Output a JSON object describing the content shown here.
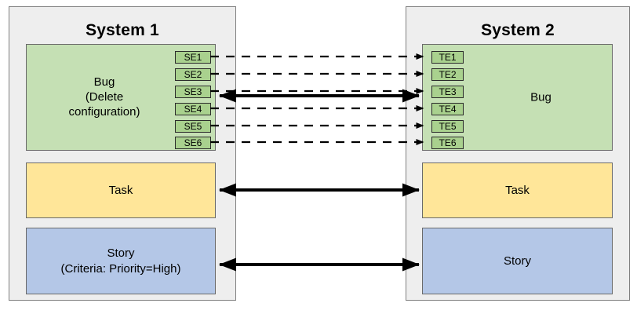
{
  "diagram": {
    "title_visible": false,
    "colors": {
      "panel_fill": "#eeeeee",
      "panel_border": "#808080",
      "bug_fill": "#c5e0b4",
      "task_fill": "#ffe699",
      "story_fill": "#b4c7e7",
      "chip_fill": "#a9d18e",
      "connector": "#000000"
    }
  },
  "systems": [
    {
      "id": "system-1",
      "title": "System 1",
      "artifacts": [
        {
          "id": "bug-left",
          "type": "bug",
          "label": "Bug\n(Delete configuration)",
          "label_lines": [
            "Bug",
            "(Delete",
            "configuration)"
          ]
        },
        {
          "id": "task-left",
          "type": "task",
          "label": "Task",
          "label_lines": [
            "Task"
          ]
        },
        {
          "id": "story-left",
          "type": "story",
          "label": "Story\n(Criteria: Priority=High)",
          "label_lines": [
            "Story",
            "(Criteria: Priority=High)"
          ]
        }
      ],
      "endpoints": [
        "SE1",
        "SE2",
        "SE3",
        "SE4",
        "SE5",
        "SE6"
      ]
    },
    {
      "id": "system-2",
      "title": "System 2",
      "artifacts": [
        {
          "id": "bug-right",
          "type": "bug",
          "label": "Bug",
          "label_lines": [
            "Bug"
          ]
        },
        {
          "id": "task-right",
          "type": "task",
          "label": "Task",
          "label_lines": [
            "Task"
          ]
        },
        {
          "id": "story-right",
          "type": "story",
          "label": "Story",
          "label_lines": [
            "Story"
          ]
        }
      ],
      "endpoints": [
        "TE1",
        "TE2",
        "TE3",
        "TE4",
        "TE5",
        "TE6"
      ]
    }
  ],
  "connectors": [
    {
      "id": "se1-te1",
      "style": "dashed",
      "arrow": "right",
      "from": "SE1",
      "to": "TE1"
    },
    {
      "id": "se2-te2",
      "style": "dashed",
      "arrow": "right",
      "from": "SE2",
      "to": "TE2"
    },
    {
      "id": "se3-te3",
      "style": "dashed",
      "arrow": "right",
      "from": "SE3",
      "to": "TE3"
    },
    {
      "id": "se4-te4",
      "style": "dashed",
      "arrow": "right",
      "from": "SE4",
      "to": "TE4"
    },
    {
      "id": "se5-te5",
      "style": "dashed",
      "arrow": "right",
      "from": "SE5",
      "to": "TE5"
    },
    {
      "id": "se6-te6",
      "style": "dashed",
      "arrow": "right",
      "from": "SE6",
      "to": "TE6"
    },
    {
      "id": "bug-bug",
      "style": "solid",
      "arrow": "both",
      "from": "bug-left",
      "to": "bug-right"
    },
    {
      "id": "task-task",
      "style": "solid",
      "arrow": "both",
      "from": "task-left",
      "to": "task-right"
    },
    {
      "id": "story-story",
      "style": "solid",
      "arrow": "both",
      "from": "story-left",
      "to": "story-right"
    }
  ]
}
